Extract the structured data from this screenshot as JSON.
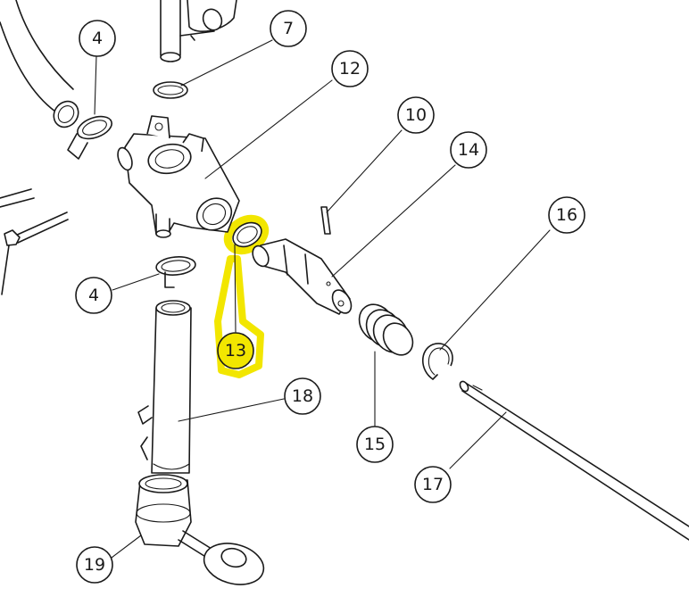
{
  "diagram": {
    "highlight_color": "#f2e600",
    "ink_color": "#1a1a1a",
    "highlighted_part": "13",
    "callouts": [
      {
        "id": "4a",
        "label": "4"
      },
      {
        "id": "7",
        "label": "7"
      },
      {
        "id": "12",
        "label": "12"
      },
      {
        "id": "10",
        "label": "10"
      },
      {
        "id": "14",
        "label": "14"
      },
      {
        "id": "16",
        "label": "16"
      },
      {
        "id": "4b",
        "label": "4"
      },
      {
        "id": "13",
        "label": "13"
      },
      {
        "id": "18",
        "label": "18"
      },
      {
        "id": "15",
        "label": "15"
      },
      {
        "id": "17",
        "label": "17"
      },
      {
        "id": "19",
        "label": "19"
      }
    ]
  }
}
